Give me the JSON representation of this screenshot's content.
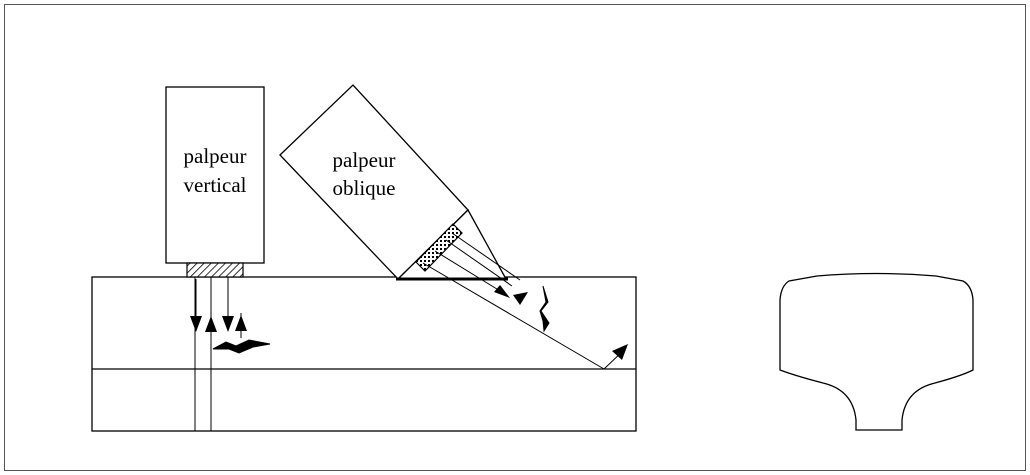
{
  "diagram": {
    "probes": {
      "vertical": {
        "line1": "palpeur",
        "line2": "vertical"
      },
      "oblique": {
        "line1": "palpeur",
        "line2": "oblique"
      }
    }
  },
  "colors": {
    "stroke": "#000000",
    "background": "#ffffff",
    "frame": "#555555"
  }
}
